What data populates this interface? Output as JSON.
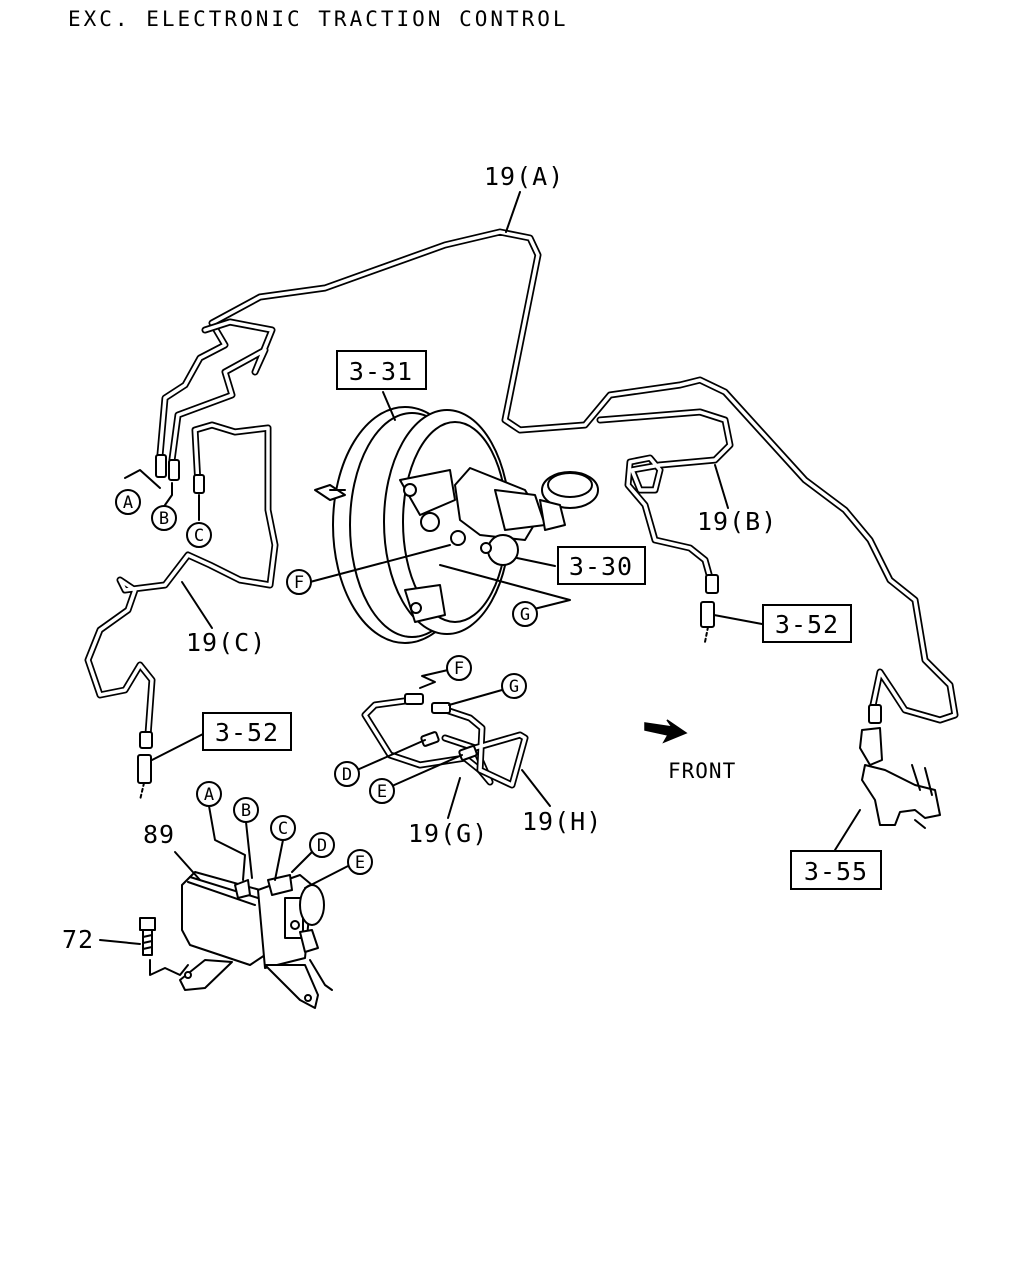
{
  "title": "EXC. ELECTRONIC TRACTION CONTROL",
  "callouts": {
    "booster": "3-31",
    "master_cylinder": "3-30",
    "flex_hose_left": "3-52",
    "flex_hose_right": "3-52",
    "bracket": "3-55"
  },
  "parts": {
    "pipe_a": "19(A)",
    "pipe_b": "19(B)",
    "pipe_c": "19(C)",
    "pipe_g": "19(G)",
    "pipe_h": "19(H)",
    "hydraulic_unit": "89",
    "bolt": "72"
  },
  "connectors": {
    "a": "A",
    "b": "B",
    "c": "C",
    "d": "D",
    "e": "E",
    "f": "F",
    "g": "G"
  },
  "direction": {
    "front": "FRONT"
  }
}
